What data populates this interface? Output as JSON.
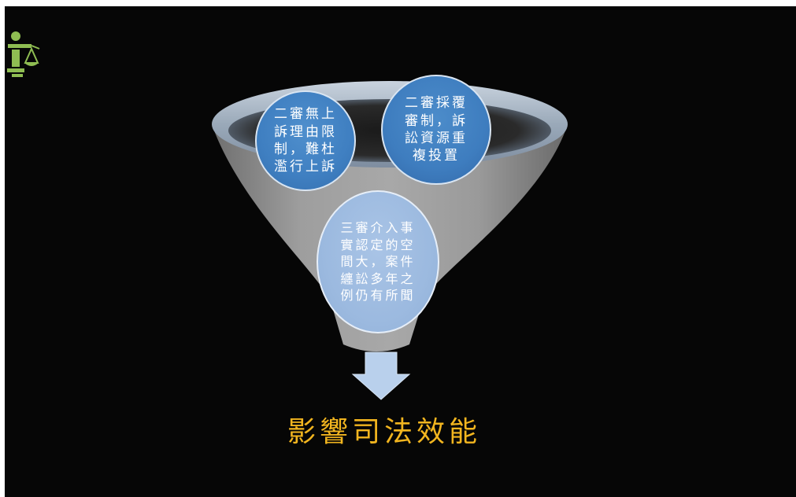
{
  "slide": {
    "background_color": "#060606",
    "logo_icon": "scales-of-justice-icon",
    "logo_color": "#8fbd52"
  },
  "funnel": {
    "color": "#a0a0a0",
    "rim_color": "#8fa2b8"
  },
  "causes": [
    {
      "text": "二審無上\n訴理由限\n制，難杜\n濫行上訴"
    },
    {
      "text": "二審採覆\n審制，訴\n訟資源重\n複投置"
    },
    {
      "text": "三審介入事\n實認定的空\n間大，案件\n纏訟多年之\n例仍有所聞"
    }
  ],
  "arrow": {
    "icon": "arrow-down-icon",
    "color": "#b9d0ec"
  },
  "result": {
    "text": "影響司法效能",
    "color": "#f2b51f"
  }
}
